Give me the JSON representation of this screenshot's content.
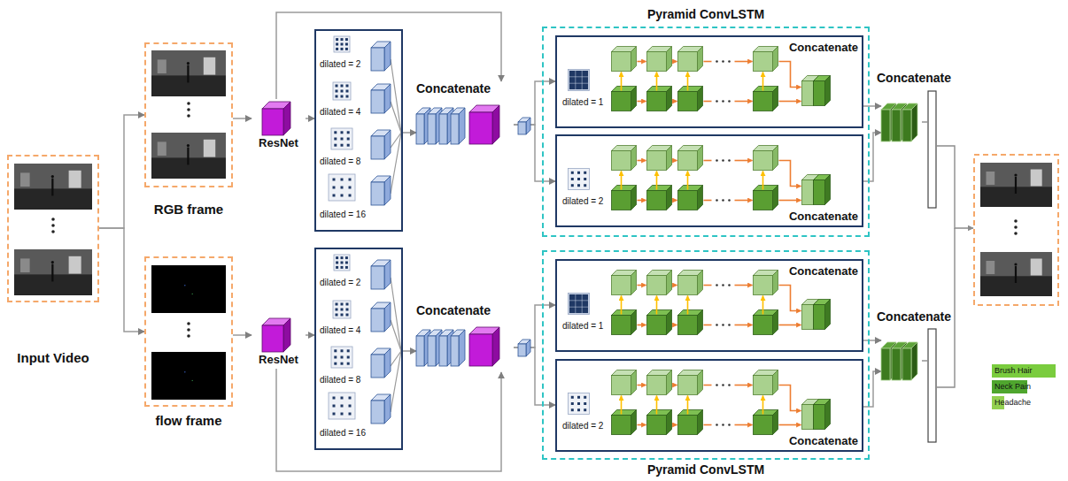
{
  "diagram": {
    "nodes": [
      {
        "text": [
          "Input Video"
        ]
      },
      {
        "text": [
          "RGB frame"
        ]
      },
      {
        "text": [
          "flow frame"
        ]
      },
      {
        "text": [
          "ResNet"
        ]
      },
      {
        "text": [
          "ResNet"
        ]
      },
      {
        "text": [
          "dilated = 2",
          "dilated = 4",
          "dilated = 8",
          "dilated = 16"
        ]
      },
      {
        "text": [
          "Concatenate"
        ]
      },
      {
        "text": [
          "dilated = 2",
          "dilated = 4",
          "dilated = 8",
          "dilated = 16"
        ]
      },
      {
        "text": [
          "Concatenate"
        ]
      },
      {
        "text": [
          "Pyramid ConvLSTM"
        ]
      },
      {
        "text": [
          "dilated = 1",
          "Concatenate"
        ],
        "in": 9
      },
      {
        "text": [
          "dilated = 2",
          "Concatenate"
        ],
        "in": 9
      },
      {
        "text": [
          "Pyramid ConvLSTM"
        ]
      },
      {
        "text": [
          "dilated = 1",
          "Concatenate"
        ],
        "in": 12
      },
      {
        "text": [
          "dilated = 2",
          "Concatenate"
        ],
        "in": 12
      },
      {
        "text": [
          "Concatenate"
        ]
      },
      {
        "text": [
          "Concatenate"
        ]
      }
    ],
    "edges": [
      {
        "from": 0,
        "to": 1,
        "arrow": "to"
      },
      {
        "from": 0,
        "to": 2,
        "arrow": "to"
      },
      {
        "from": 1,
        "to": 3,
        "arrow": "to"
      },
      {
        "from": 2,
        "to": 4,
        "arrow": "to"
      },
      {
        "from": 3,
        "to": 5,
        "arrow": "to"
      },
      {
        "from": 4,
        "to": 7,
        "arrow": "to"
      },
      {
        "from": 5,
        "to": 6,
        "arrow": "to"
      },
      {
        "from": 3,
        "to": 6,
        "arrow": "to"
      },
      {
        "from": 6,
        "to": 10,
        "arrow": "to"
      },
      {
        "from": 6,
        "to": 11,
        "arrow": "to"
      },
      {
        "from": 7,
        "to": 8,
        "arrow": "to"
      },
      {
        "from": 4,
        "to": 8,
        "arrow": "to"
      },
      {
        "from": 8,
        "to": 13,
        "arrow": "to"
      },
      {
        "from": 8,
        "to": 14,
        "arrow": "to"
      },
      {
        "from": 10,
        "to": 15,
        "arrow": "to"
      },
      {
        "from": 11,
        "to": 15,
        "arrow": "to"
      },
      {
        "from": 13,
        "to": 16,
        "arrow": "to"
      },
      {
        "from": 14,
        "to": 16,
        "arrow": "to"
      }
    ],
    "legend": [
      {
        "text": "Brush Hair",
        "color": "#7acc3e"
      },
      {
        "text": "Neck Pain",
        "color": "#4fa62e"
      },
      {
        "text": "Headache",
        "color": "#92d050"
      }
    ]
  }
}
